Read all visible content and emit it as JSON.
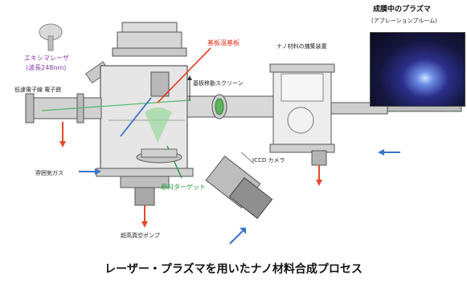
{
  "labels": {
    "excimer_laser": "エキシマレーザ",
    "wavelength": "(波長248nm)",
    "substrate": "基板温基板",
    "nano_catcher": "ナノ材料の捕集装置",
    "screen": "基板移動スクリーン",
    "ablation_photo_title": "成膜中のプラズマ",
    "ablation_photo_subtitle": "(アブレーションプルーム)",
    "electron_gun": "低速電子線  電子銃",
    "gas_inlet": "雰囲気ガス",
    "target": "原料ターゲット",
    "pump": "超高真空ポンプ",
    "camera": "ICCD カメラ"
  },
  "caption": "レーザー・プラズマを用いたナノ材料合成プロセス",
  "colors": {
    "laser_purple": "#8a3aa8",
    "substrate_red": "#e8351c",
    "target_green": "#1f9a3a",
    "gas_arrow_blue": "#3a73c8",
    "heater_arrow_red": "#e24a2a"
  }
}
